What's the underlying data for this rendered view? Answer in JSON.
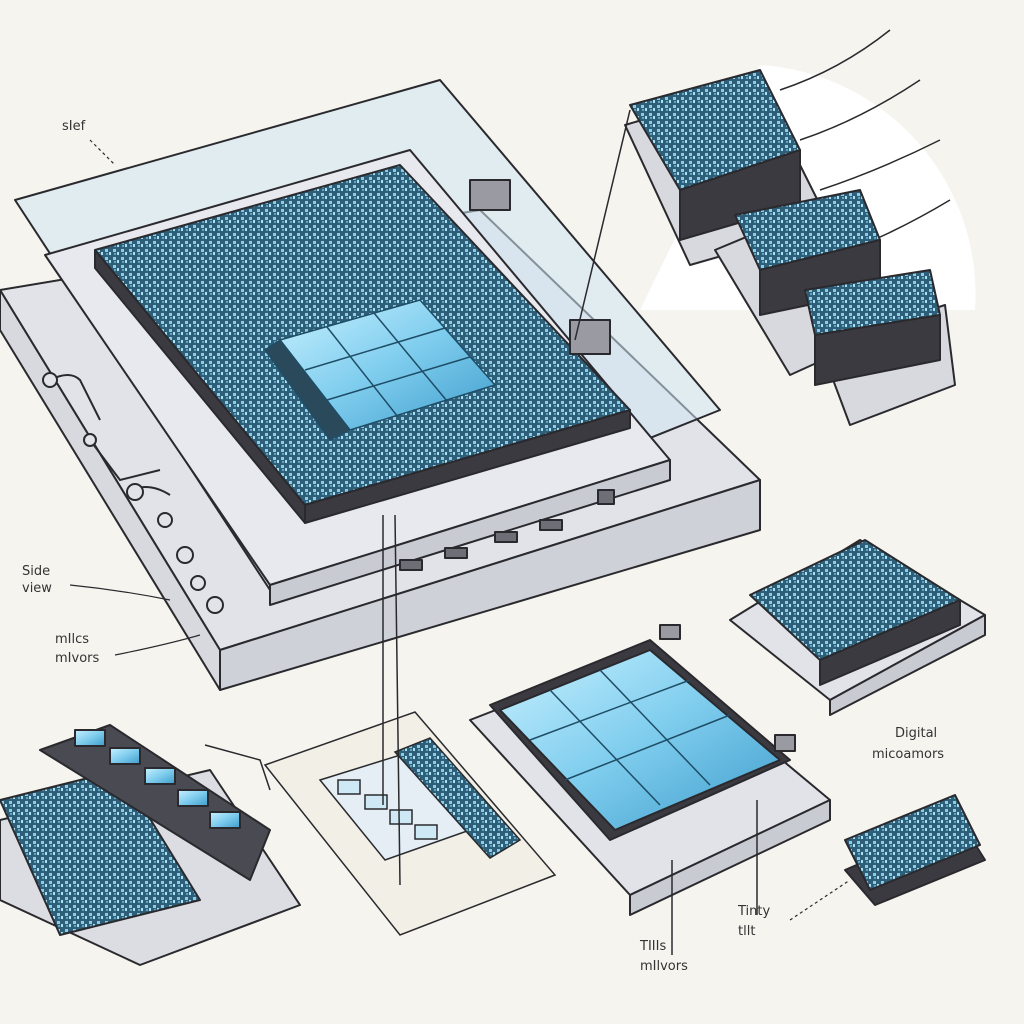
{
  "labels": {
    "shelf": "sIef",
    "side_view_1": "Side",
    "side_view_2": "view",
    "micro_mirrors_1": "mIlcs",
    "micro_mirrors_2": "mIvors",
    "digital_1": "Digital",
    "digital_2": "micoamors",
    "tilt_mirrors_1": "TIIIs",
    "tilt_mirrors_2": "mIlvors",
    "tiny_tilt_1": "Tinty",
    "tiny_tilt_2": "tllt"
  },
  "colors": {
    "background": "#f6f4ef",
    "mirror_blue": "#8fd6f0",
    "mirror_dark": "#2f5f78",
    "frame": "#dcdde3",
    "outline": "#2a2a2e",
    "glass": "#cfe6f2"
  }
}
